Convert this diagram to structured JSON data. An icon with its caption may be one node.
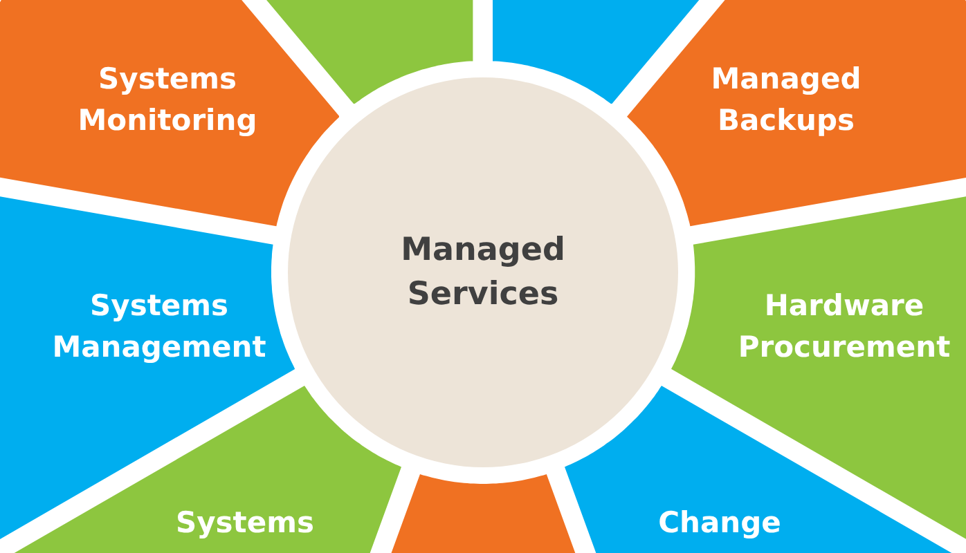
{
  "diagram": {
    "nodes": [
      {
        "text": [],
        "shape": "wedge"
      },
      {
        "text": [],
        "shape": "wedge"
      },
      {
        "text": [
          "Systems Monitoring"
        ]
      },
      {
        "text": [
          "Managed Backups"
        ]
      },
      {
        "text": [
          "Managed Services"
        ]
      },
      {
        "text": [
          "Systems Management"
        ]
      },
      {
        "text": [
          "Hardware Procurement"
        ]
      },
      {
        "text": [
          "Systems"
        ]
      },
      {
        "text": [],
        "shape": "wedge"
      },
      {
        "text": [
          "Change"
        ]
      }
    ]
  }
}
